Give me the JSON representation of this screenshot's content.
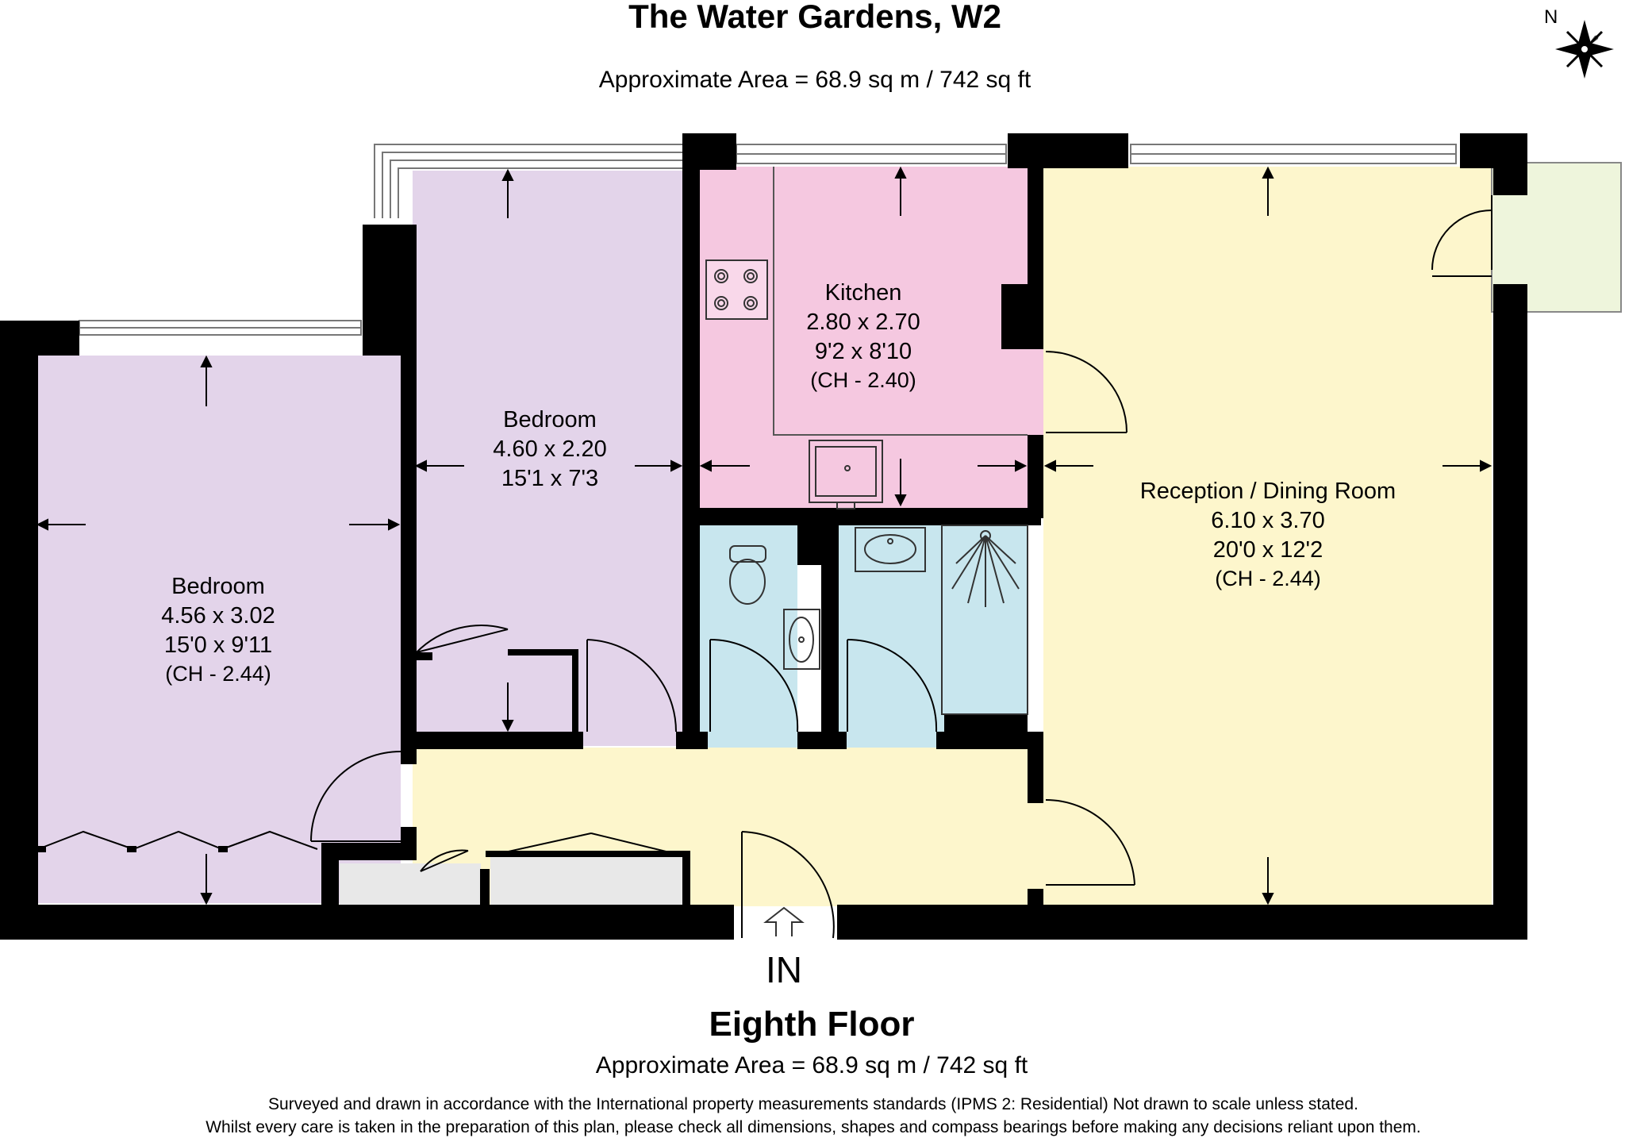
{
  "header": {
    "title": "The Water Gardens, W2",
    "area": "Approximate Area = 68.9 sq m / 742 sq ft"
  },
  "compass": {
    "label": "N"
  },
  "rooms": {
    "bedroom_left": {
      "name": "Bedroom",
      "metric": "4.56 x 3.02",
      "imperial": "15'0 x 9'11",
      "ceiling": "(CH - 2.44)"
    },
    "bedroom_center": {
      "name": "Bedroom",
      "metric": "4.60 x 2.20",
      "imperial": "15'1 x 7'3"
    },
    "kitchen": {
      "name": "Kitchen",
      "metric": "2.80 x 2.70",
      "imperial": "9'2 x 8'10",
      "ceiling": "(CH - 2.40)"
    },
    "reception": {
      "name": "Reception / Dining Room",
      "metric": "6.10 x 3.70",
      "imperial": "20'0 x 12'2",
      "ceiling": "(CH - 2.44)"
    }
  },
  "entrance": {
    "label": "IN"
  },
  "footer": {
    "floor": "Eighth Floor",
    "area": "Approximate Area = 68.9 sq m / 742 sq ft",
    "disclaimer_1": "Surveyed and drawn in accordance with the International property measurements standards (IPMS 2: Residential) Not drawn to scale unless stated.",
    "disclaimer_2": "Whilst every care is taken in the preparation of this plan, please check all dimensions, shapes and compass bearings before making any decisions reliant upon them."
  },
  "colors": {
    "bedroom": "#e3d4ea",
    "kitchen": "#f5c8e0",
    "reception": "#fdf6cc",
    "bathroom": "#c8e6ee",
    "balcony": "#eef5dc",
    "storage": "#e8e8e8",
    "wall": "#000000"
  }
}
